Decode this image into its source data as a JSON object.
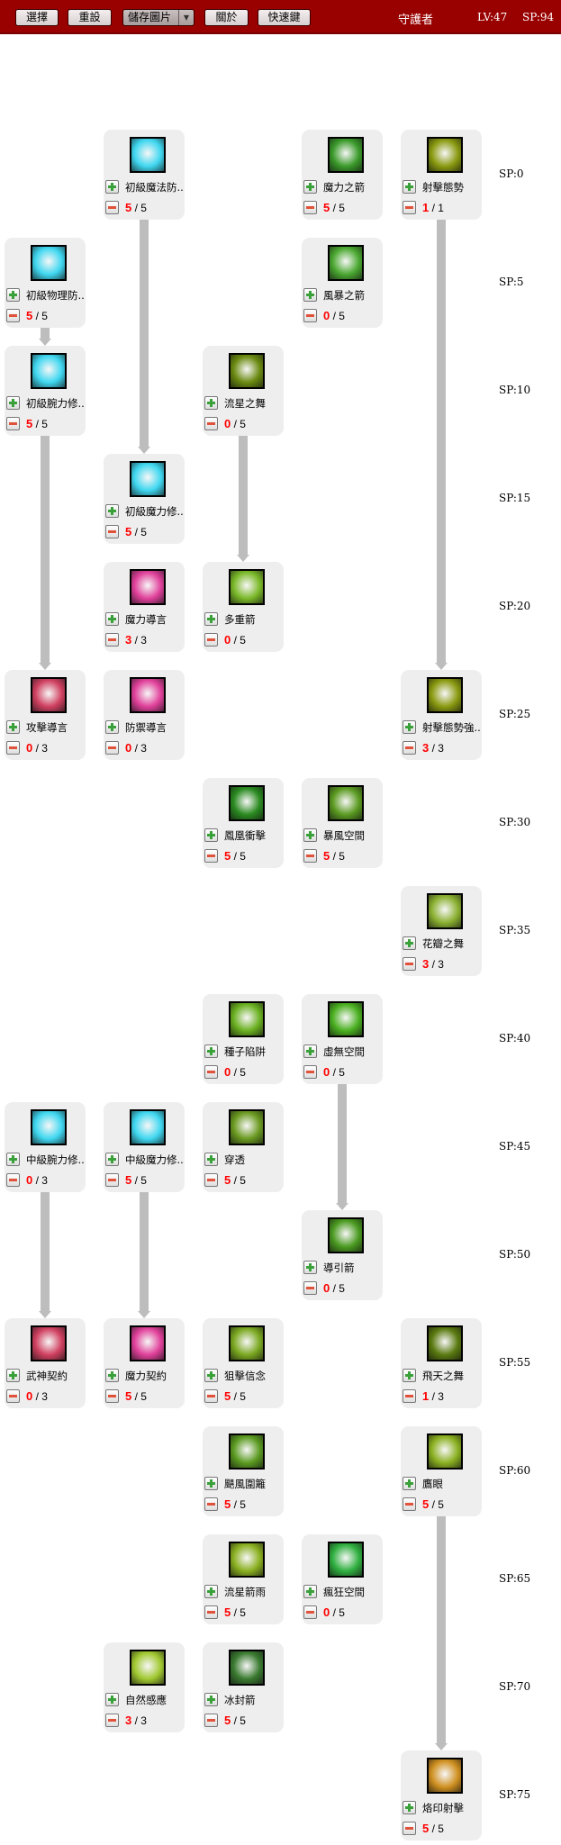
{
  "toolbar": {
    "select": "選擇",
    "reset": "重設",
    "save_image": "儲存圖片",
    "save_dropdown": "▼",
    "about": "關於",
    "hotkeys": "快速鍵"
  },
  "header": {
    "class_name": "守護者",
    "level": "LV:47",
    "sp": "SP:94"
  },
  "sp_tiers": [
    "SP:0",
    "SP:5",
    "SP:10",
    "SP:15",
    "SP:20",
    "SP:25",
    "SP:30",
    "SP:35",
    "SP:40",
    "SP:45",
    "SP:50",
    "SP:55",
    "SP:60",
    "SP:65",
    "SP:70",
    "SP:75"
  ],
  "skills": [
    {
      "id": "s1",
      "name": "初級魔法防..",
      "cur": "5",
      "max": "5",
      "color": "#3fd7f0"
    },
    {
      "id": "s2",
      "name": "魔力之箭",
      "cur": "5",
      "max": "5",
      "color": "#3a9a2a"
    },
    {
      "id": "s3",
      "name": "射擊態勢",
      "cur": "1",
      "max": "1",
      "color": "#8a9a10"
    },
    {
      "id": "s4",
      "name": "初級物理防..",
      "cur": "5",
      "max": "5",
      "color": "#3fd7f0"
    },
    {
      "id": "s5",
      "name": "風暴之箭",
      "cur": "0",
      "max": "5",
      "color": "#4aa830"
    },
    {
      "id": "s6",
      "name": "初級腕力修..",
      "cur": "5",
      "max": "5",
      "color": "#3fd7f0"
    },
    {
      "id": "s7",
      "name": "流星之舞",
      "cur": "0",
      "max": "5",
      "color": "#6a8a10"
    },
    {
      "id": "s8",
      "name": "初級魔力修..",
      "cur": "5",
      "max": "5",
      "color": "#3fd7f0"
    },
    {
      "id": "s9",
      "name": "魔力導言",
      "cur": "3",
      "max": "3",
      "color": "#e0409a"
    },
    {
      "id": "s10",
      "name": "多重箭",
      "cur": "0",
      "max": "5",
      "color": "#7ab828"
    },
    {
      "id": "s11",
      "name": "攻擊導言",
      "cur": "0",
      "max": "3",
      "color": "#d04060"
    },
    {
      "id": "s12",
      "name": "防禦導言",
      "cur": "0",
      "max": "3",
      "color": "#e0409a"
    },
    {
      "id": "s13",
      "name": "射擊態勢強..",
      "cur": "3",
      "max": "3",
      "color": "#8a9a10"
    },
    {
      "id": "s14",
      "name": "鳳凰衝擊",
      "cur": "5",
      "max": "5",
      "color": "#2a8a20"
    },
    {
      "id": "s15",
      "name": "暴風空間",
      "cur": "5",
      "max": "5",
      "color": "#5a9a20"
    },
    {
      "id": "s16",
      "name": "花瓣之舞",
      "cur": "3",
      "max": "3",
      "color": "#8ab030"
    },
    {
      "id": "s17",
      "name": "種子陷阱",
      "cur": "0",
      "max": "5",
      "color": "#6ab020"
    },
    {
      "id": "s18",
      "name": "虛無空間",
      "cur": "0",
      "max": "5",
      "color": "#4ab020"
    },
    {
      "id": "s19",
      "name": "中級腕力修..",
      "cur": "0",
      "max": "3",
      "color": "#3fd7f0"
    },
    {
      "id": "s20",
      "name": "中級魔力修..",
      "cur": "5",
      "max": "5",
      "color": "#3fd7f0"
    },
    {
      "id": "s21",
      "name": "穿透",
      "cur": "5",
      "max": "5",
      "color": "#6a9a20"
    },
    {
      "id": "s22",
      "name": "導引箭",
      "cur": "0",
      "max": "5",
      "color": "#4a9a20"
    },
    {
      "id": "s23",
      "name": "武神契約",
      "cur": "0",
      "max": "3",
      "color": "#d04060"
    },
    {
      "id": "s24",
      "name": "魔力契約",
      "cur": "5",
      "max": "5",
      "color": "#e0409a"
    },
    {
      "id": "s25",
      "name": "狙擊信念",
      "cur": "5",
      "max": "5",
      "color": "#7aa820"
    },
    {
      "id": "s26",
      "name": "飛天之舞",
      "cur": "1",
      "max": "3",
      "color": "#5a7a10"
    },
    {
      "id": "s27",
      "name": "颶風圍籬",
      "cur": "5",
      "max": "5",
      "color": "#5a9a20"
    },
    {
      "id": "s28",
      "name": "鷹眼",
      "cur": "5",
      "max": "5",
      "color": "#8ab020"
    },
    {
      "id": "s29",
      "name": "流星箭雨",
      "cur": "5",
      "max": "5",
      "color": "#8ab020"
    },
    {
      "id": "s30",
      "name": "瘋狂空間",
      "cur": "0",
      "max": "5",
      "color": "#30b040"
    },
    {
      "id": "s31",
      "name": "自然感應",
      "cur": "3",
      "max": "3",
      "color": "#a0c830"
    },
    {
      "id": "s32",
      "name": "冰封箭",
      "cur": "5",
      "max": "5",
      "color": "#3a7a30"
    },
    {
      "id": "s33",
      "name": "烙印射擊",
      "cur": "5",
      "max": "5",
      "color": "#d09020"
    }
  ],
  "prerequisites": [
    [
      "s1",
      "s8"
    ],
    [
      "s4",
      "s6"
    ],
    [
      "s6",
      "s11"
    ],
    [
      "s7",
      "s10"
    ],
    [
      "s3",
      "s13"
    ],
    [
      "s18",
      "s22"
    ],
    [
      "s19",
      "s23"
    ],
    [
      "s20",
      "s24"
    ],
    [
      "s28",
      "s33"
    ]
  ]
}
